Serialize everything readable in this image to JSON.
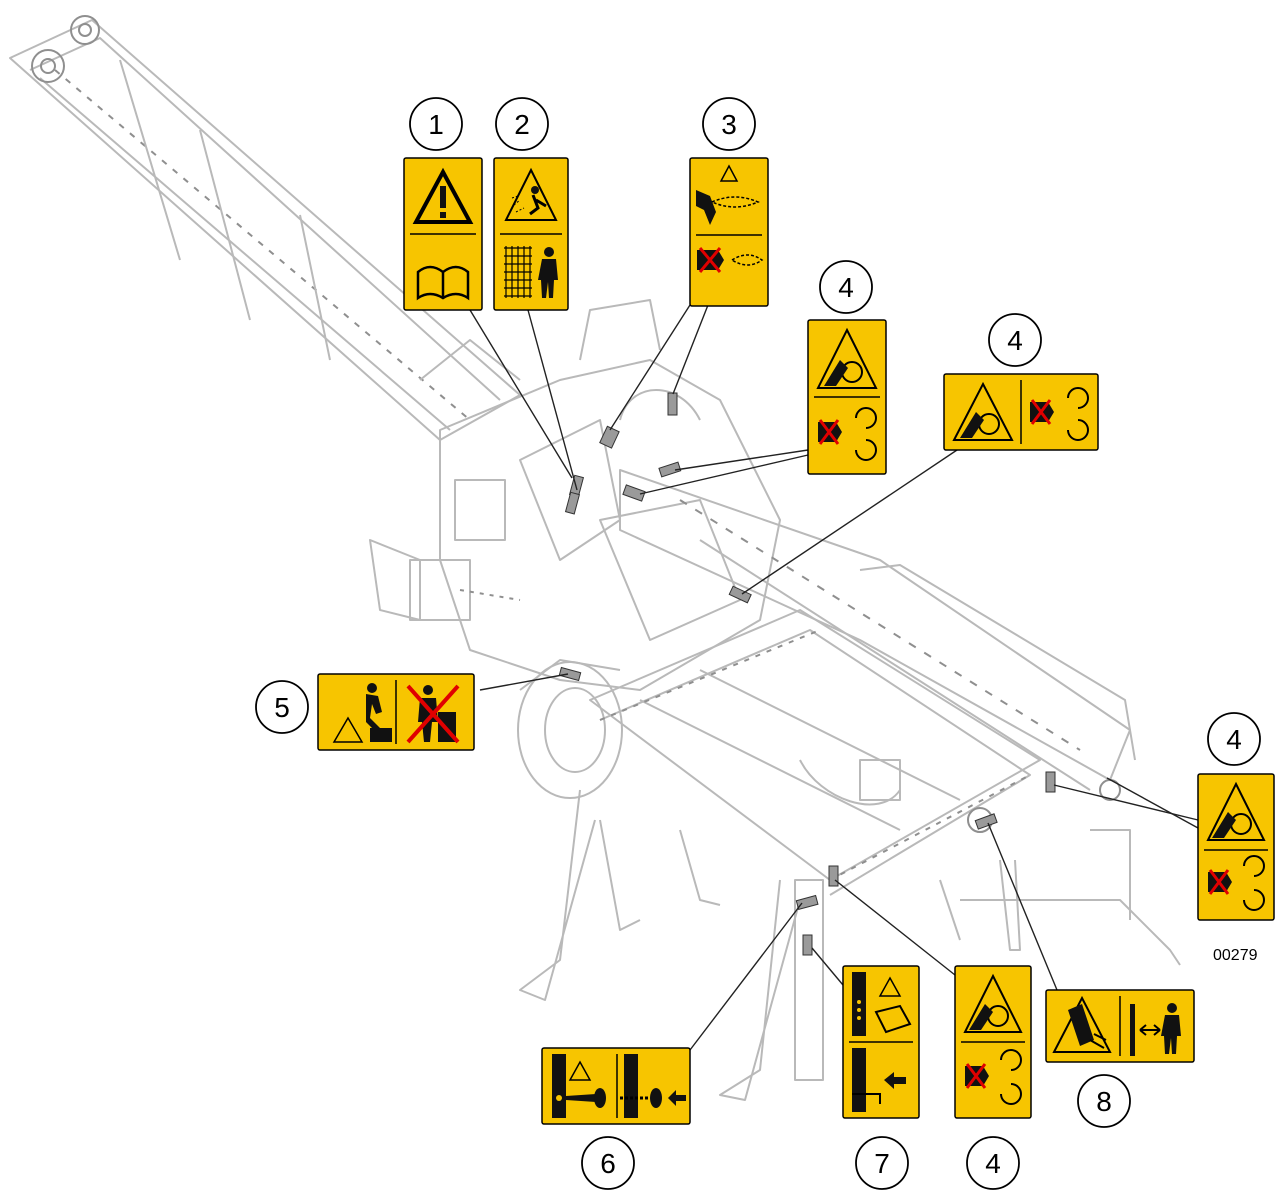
{
  "figure_id": "00279",
  "callouts": [
    {
      "label": "1",
      "icon": "warning-read-manual-decal"
    },
    {
      "label": "2",
      "icon": "thrown-objects-protective-clothing-decal"
    },
    {
      "label": "3",
      "icon": "chainsaw-cut-hazard-decal"
    },
    {
      "label": "4",
      "icon": "entanglement-hazard-decal-vertical"
    },
    {
      "label": "4",
      "icon": "entanglement-hazard-decal-horizontal"
    },
    {
      "label": "5",
      "icon": "no-stepping-fall-hazard-decal"
    },
    {
      "label": "4",
      "icon": "entanglement-hazard-decal-vertical"
    },
    {
      "label": "6",
      "icon": "locking-pin-decal"
    },
    {
      "label": "7",
      "icon": "support-leg-lock-decal"
    },
    {
      "label": "4",
      "icon": "entanglement-hazard-decal-vertical"
    },
    {
      "label": "8",
      "icon": "crush-hazard-keep-distance-decal"
    }
  ],
  "colors": {
    "decal_yellow": "#f7c500",
    "machine_line": "#b9b9b9",
    "marker_gray": "#9a9a9a"
  }
}
